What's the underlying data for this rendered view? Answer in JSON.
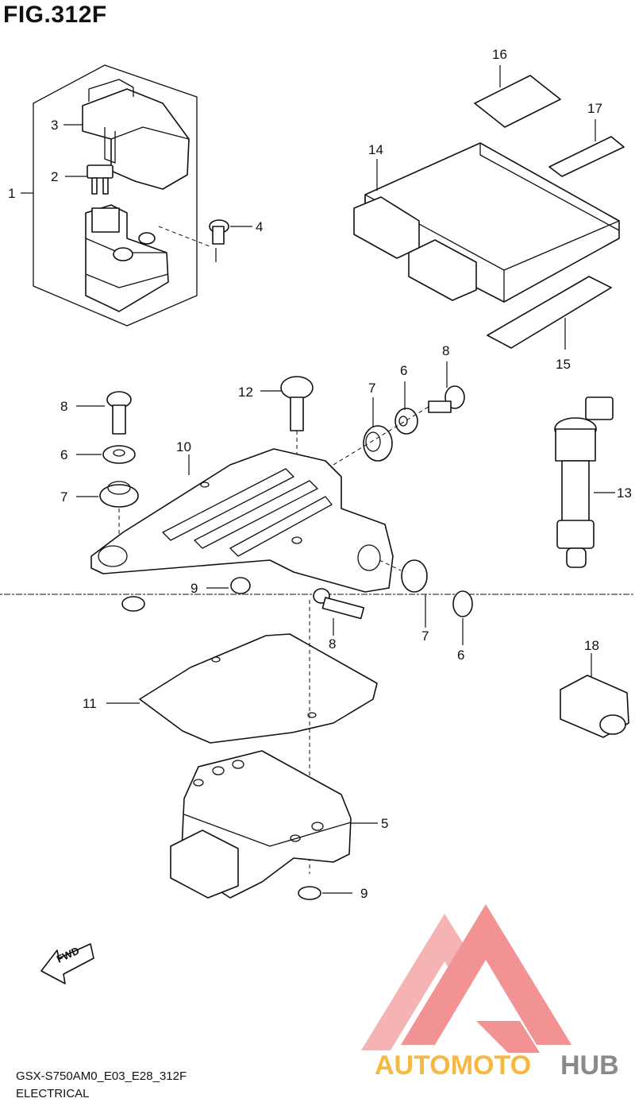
{
  "figure": {
    "title": "FIG.312F",
    "model_code": "GSX-S750AM0_E03_E28_312F",
    "section": "ELECTRICAL"
  },
  "callouts": [
    {
      "id": "c1",
      "label": "1"
    },
    {
      "id": "c2",
      "label": "2"
    },
    {
      "id": "c3",
      "label": "3"
    },
    {
      "id": "c4",
      "label": "4"
    },
    {
      "id": "c5",
      "label": "5"
    },
    {
      "id": "c6a",
      "label": "6"
    },
    {
      "id": "c6b",
      "label": "6"
    },
    {
      "id": "c6c",
      "label": "6"
    },
    {
      "id": "c7a",
      "label": "7"
    },
    {
      "id": "c7b",
      "label": "7"
    },
    {
      "id": "c7c",
      "label": "7"
    },
    {
      "id": "c8a",
      "label": "8"
    },
    {
      "id": "c8b",
      "label": "8"
    },
    {
      "id": "c8c",
      "label": "8"
    },
    {
      "id": "c9a",
      "label": "9"
    },
    {
      "id": "c9b",
      "label": "9"
    },
    {
      "id": "c10",
      "label": "10"
    },
    {
      "id": "c11",
      "label": "11"
    },
    {
      "id": "c12",
      "label": "12"
    },
    {
      "id": "c13",
      "label": "13"
    },
    {
      "id": "c14",
      "label": "14"
    },
    {
      "id": "c15",
      "label": "15"
    },
    {
      "id": "c16",
      "label": "16"
    },
    {
      "id": "c17",
      "label": "17"
    },
    {
      "id": "c18",
      "label": "18"
    }
  ],
  "direction_arrow": {
    "label": "FWD"
  },
  "watermark": {
    "part1": "AUTOMOTO",
    "part2": "HUB",
    "color_main": "#f08080",
    "color_word1": "#f5b942",
    "color_word2": "#8a8a8a"
  }
}
